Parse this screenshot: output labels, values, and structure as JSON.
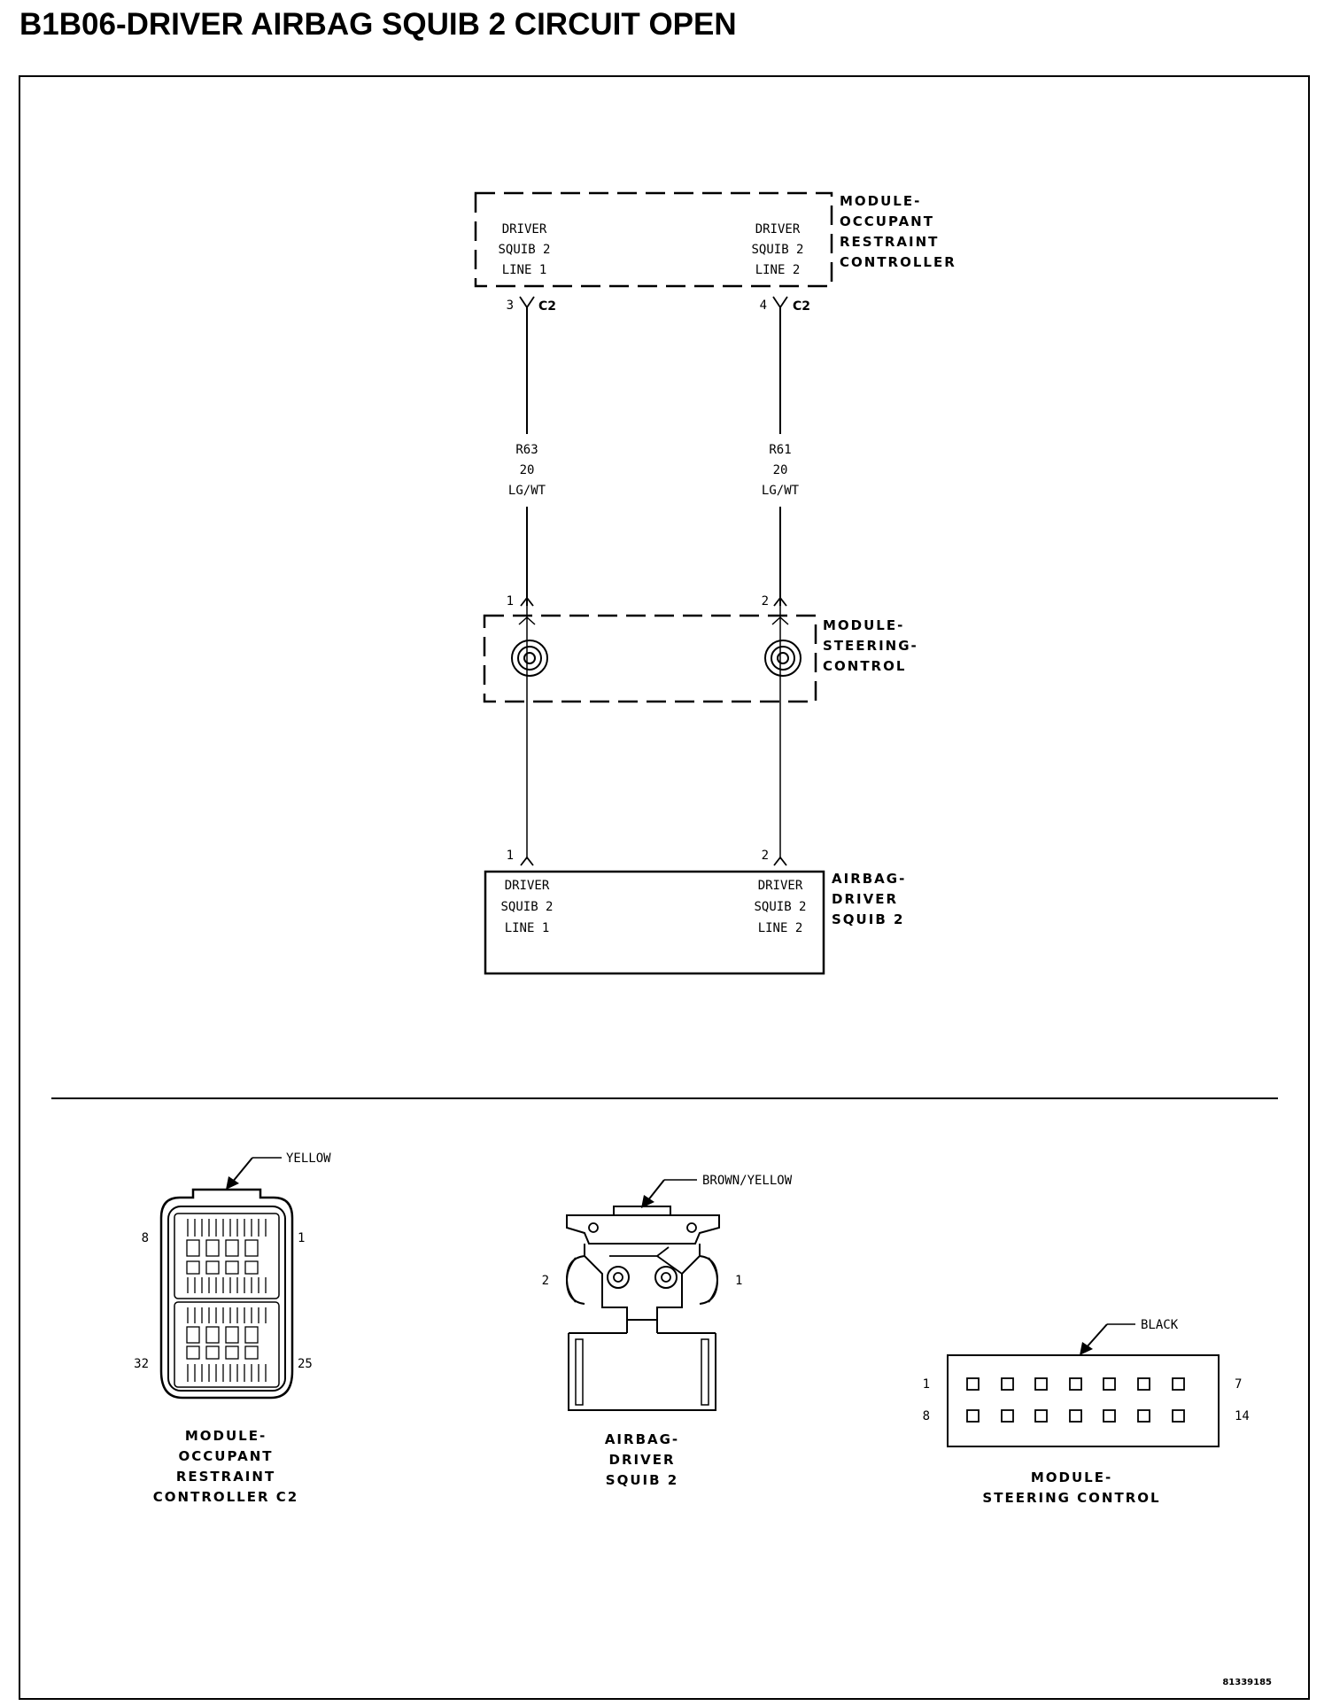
{
  "title": "B1B06-DRIVER AIRBAG SQUIB 2 CIRCUIT OPEN",
  "orc": {
    "name": [
      "MODULE-",
      "OCCUPANT",
      "RESTRAINT",
      "CONTROLLER"
    ],
    "left_pin": [
      "DRIVER",
      "SQUIB 2",
      "LINE 1"
    ],
    "right_pin": [
      "DRIVER",
      "SQUIB 2",
      "LINE 2"
    ],
    "conn_left_pin": "3",
    "conn_right_pin": "4",
    "conn_name": "C2"
  },
  "wires": {
    "left": [
      "R63",
      "20",
      "LG/WT"
    ],
    "right": [
      "R61",
      "20",
      "LG/WT"
    ]
  },
  "clockspring": {
    "name": [
      "MODULE-",
      "STEERING-",
      "CONTROL"
    ],
    "top_left_pin": "1",
    "top_right_pin": "2"
  },
  "airbag": {
    "top_left_pin": "1",
    "top_right_pin": "2",
    "name": [
      "AIRBAG-",
      "DRIVER",
      "SQUIB 2"
    ],
    "left_pin": [
      "DRIVER",
      "SQUIB 2",
      "LINE 1"
    ],
    "right_pin": [
      "DRIVER",
      "SQUIB 2",
      "LINE 2"
    ]
  },
  "connectors": {
    "c2": {
      "color": "YELLOW",
      "pin_tl": "8",
      "pin_tr": "1",
      "pin_bl": "32",
      "pin_br": "25",
      "caption": [
        "MODULE-",
        "OCCUPANT",
        "RESTRAINT",
        "CONTROLLER C2"
      ]
    },
    "squib": {
      "color": "BROWN/YELLOW",
      "pin_left": "2",
      "pin_right": "1",
      "caption": [
        "AIRBAG-",
        "DRIVER",
        "SQUIB 2"
      ]
    },
    "steering": {
      "color": "BLACK",
      "pin_tl": "1",
      "pin_tr": "7",
      "pin_bl": "8",
      "pin_br": "14",
      "caption": [
        "MODULE-",
        "STEERING CONTROL"
      ]
    }
  },
  "figure_id": "81339185"
}
